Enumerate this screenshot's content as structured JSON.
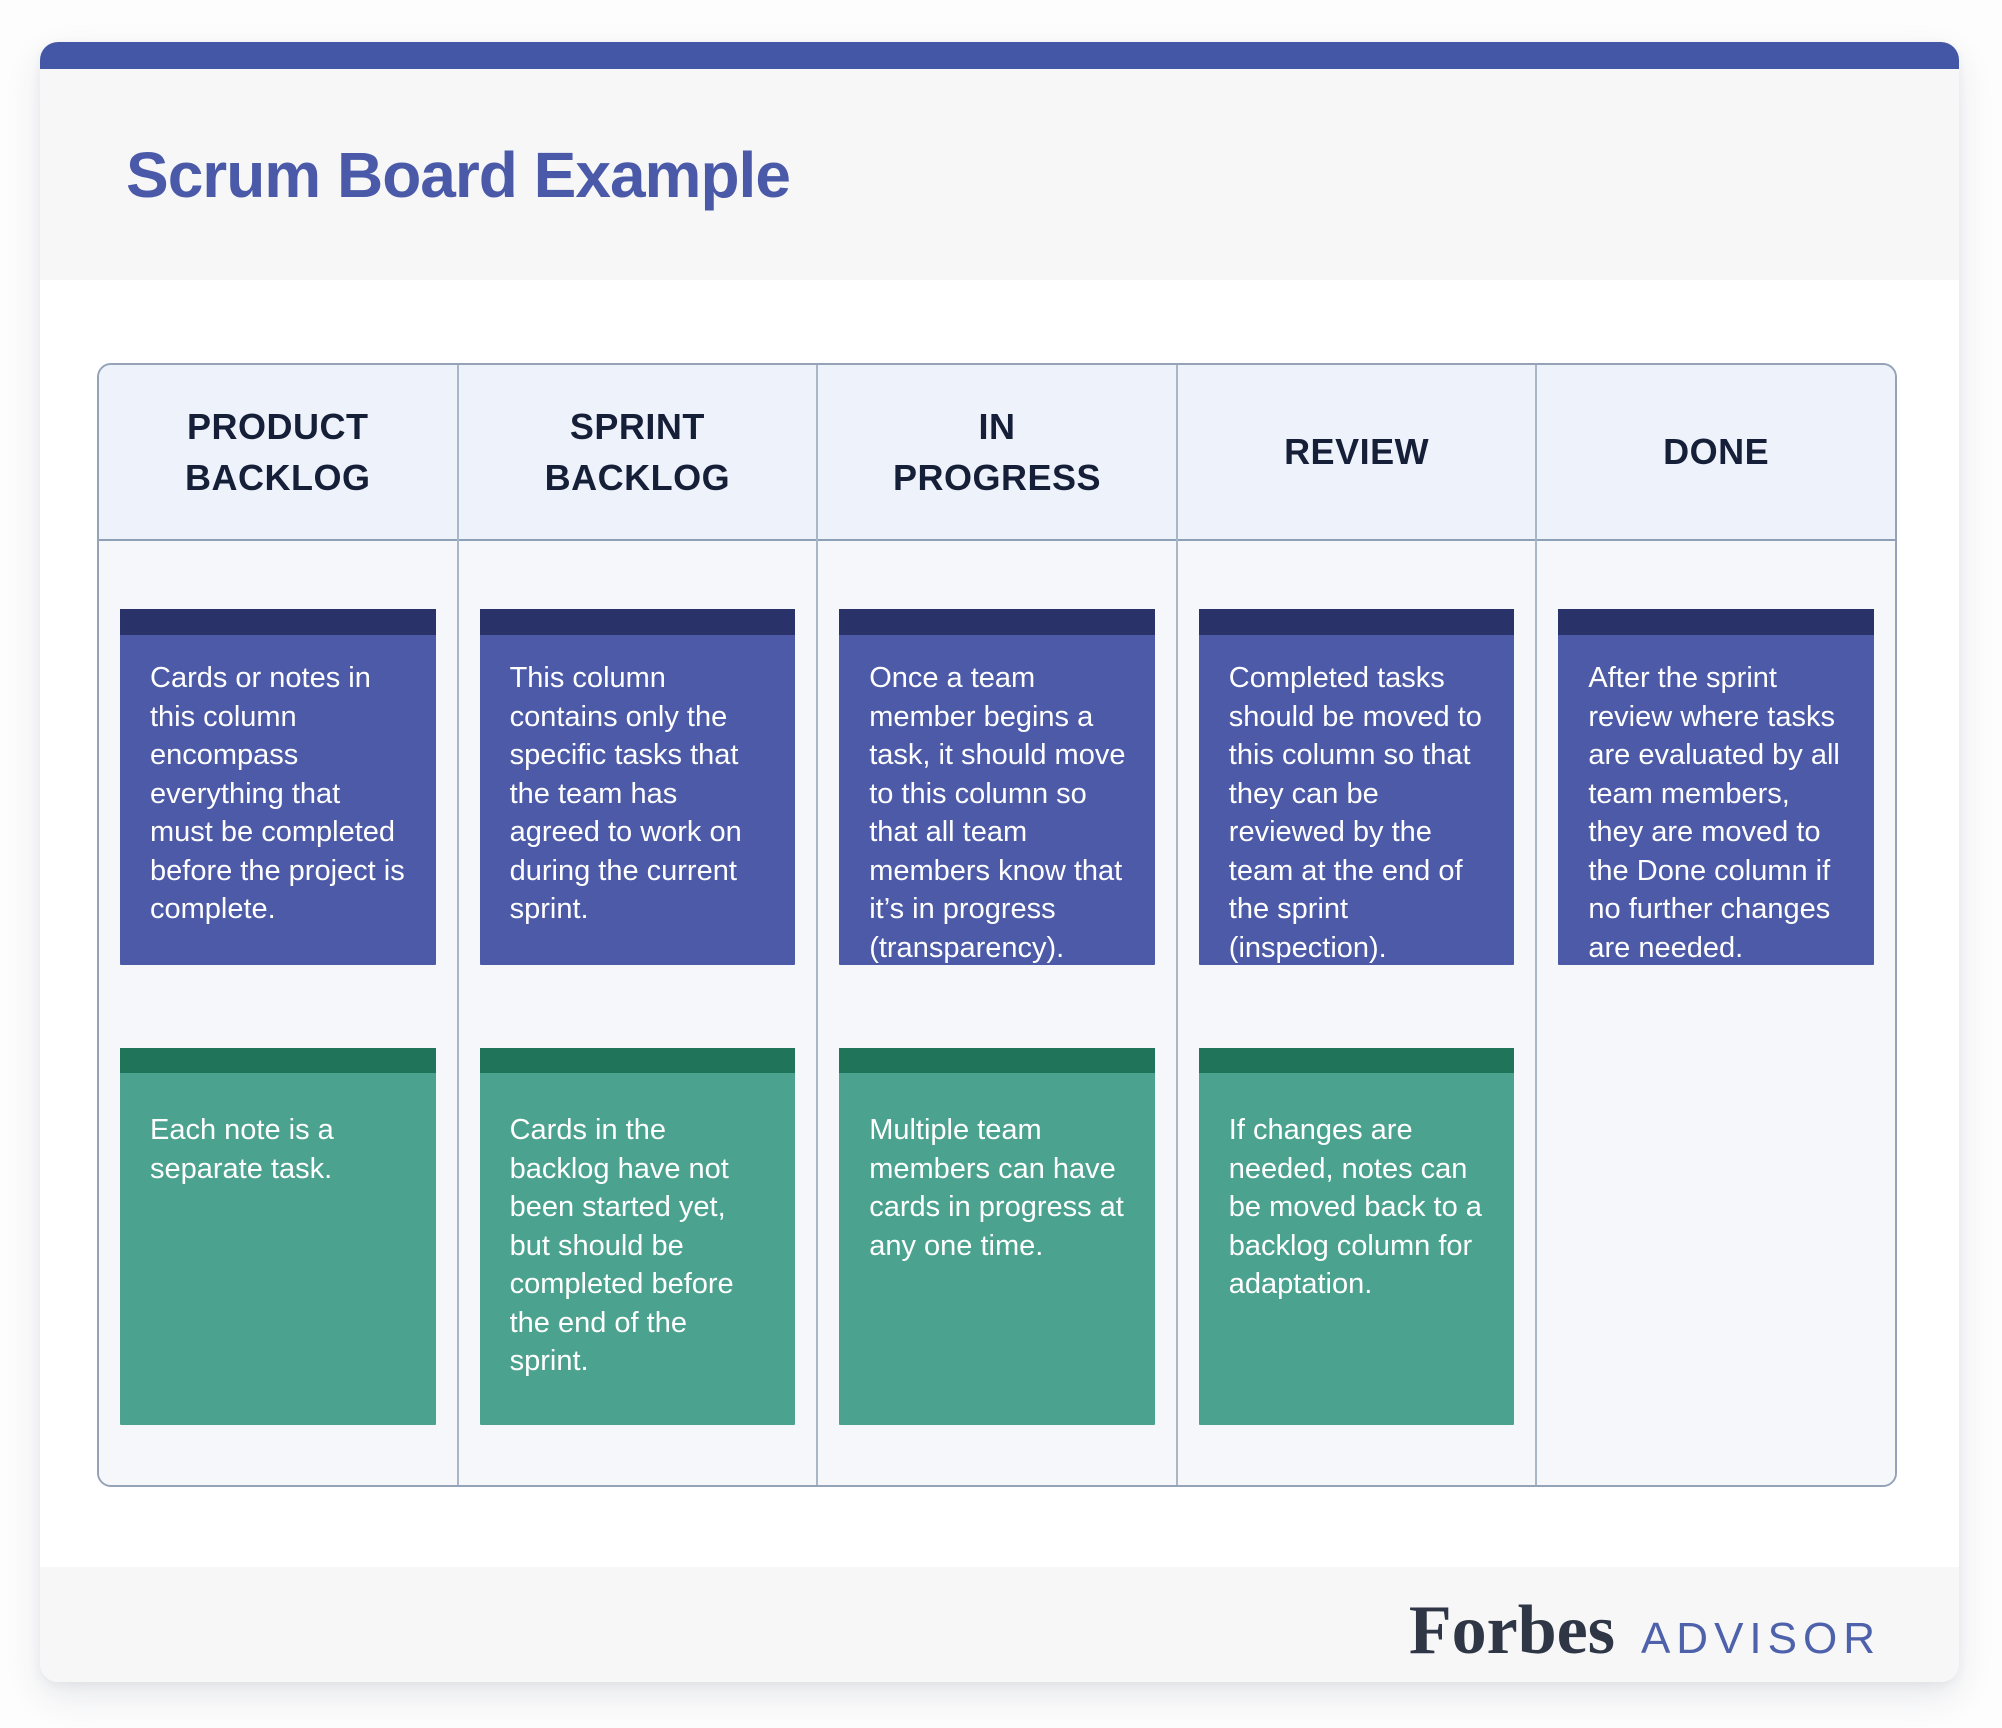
{
  "page": {
    "title": "Scrum Board Example"
  },
  "board": {
    "columns": [
      {
        "header": "PRODUCT\nBACKLOG",
        "cards": [
          {
            "type": "purple",
            "text": "Cards or notes in this column encompass everything that must be completed before the project is complete."
          },
          {
            "type": "green",
            "text": "Each note is a separate task."
          }
        ]
      },
      {
        "header": "SPRINT\nBACKLOG",
        "cards": [
          {
            "type": "purple",
            "text": "This column contains only the specific tasks that the team has agreed to work on during the current sprint."
          },
          {
            "type": "green",
            "text": "Cards in the backlog have not been started yet, but should be completed before the end of the sprint."
          }
        ]
      },
      {
        "header": "IN\nPROGRESS",
        "cards": [
          {
            "type": "purple",
            "text": "Once a team member begins a task, it should move to this column so that all team members know that it’s in progress (transparency)."
          },
          {
            "type": "green",
            "text": "Multiple team members can have cards in progress at any one time."
          }
        ]
      },
      {
        "header": "REVIEW",
        "cards": [
          {
            "type": "purple",
            "text": "Completed tasks should be moved to this column so that they can be reviewed by the team at the end of the sprint (inspection)."
          },
          {
            "type": "green",
            "text": "If changes are needed, notes can be moved back to a backlog column for adaptation."
          }
        ]
      },
      {
        "header": "DONE",
        "cards": [
          {
            "type": "purple",
            "text": "After the sprint review where tasks are evaluated by all team members, they are moved to the Done column if no further changes are needed."
          }
        ]
      }
    ]
  },
  "footer": {
    "brand": "Forbes",
    "sub_brand": "ADVISOR"
  },
  "colors": {
    "accent_bar": "#4457a6",
    "title_text": "#4a5aa9",
    "purple_card_body": "#4c5aa7",
    "purple_card_strip": "#293269",
    "green_card_body": "#4ba28e",
    "green_card_strip": "#20745a",
    "header_cell_bg": "#edf2fb",
    "header_cell_text": "#161f38",
    "table_border": "#94a3b8",
    "band_bg": "#f7f7f8",
    "forbes_text": "#2f3645",
    "advisor_text": "#4e61ab"
  }
}
